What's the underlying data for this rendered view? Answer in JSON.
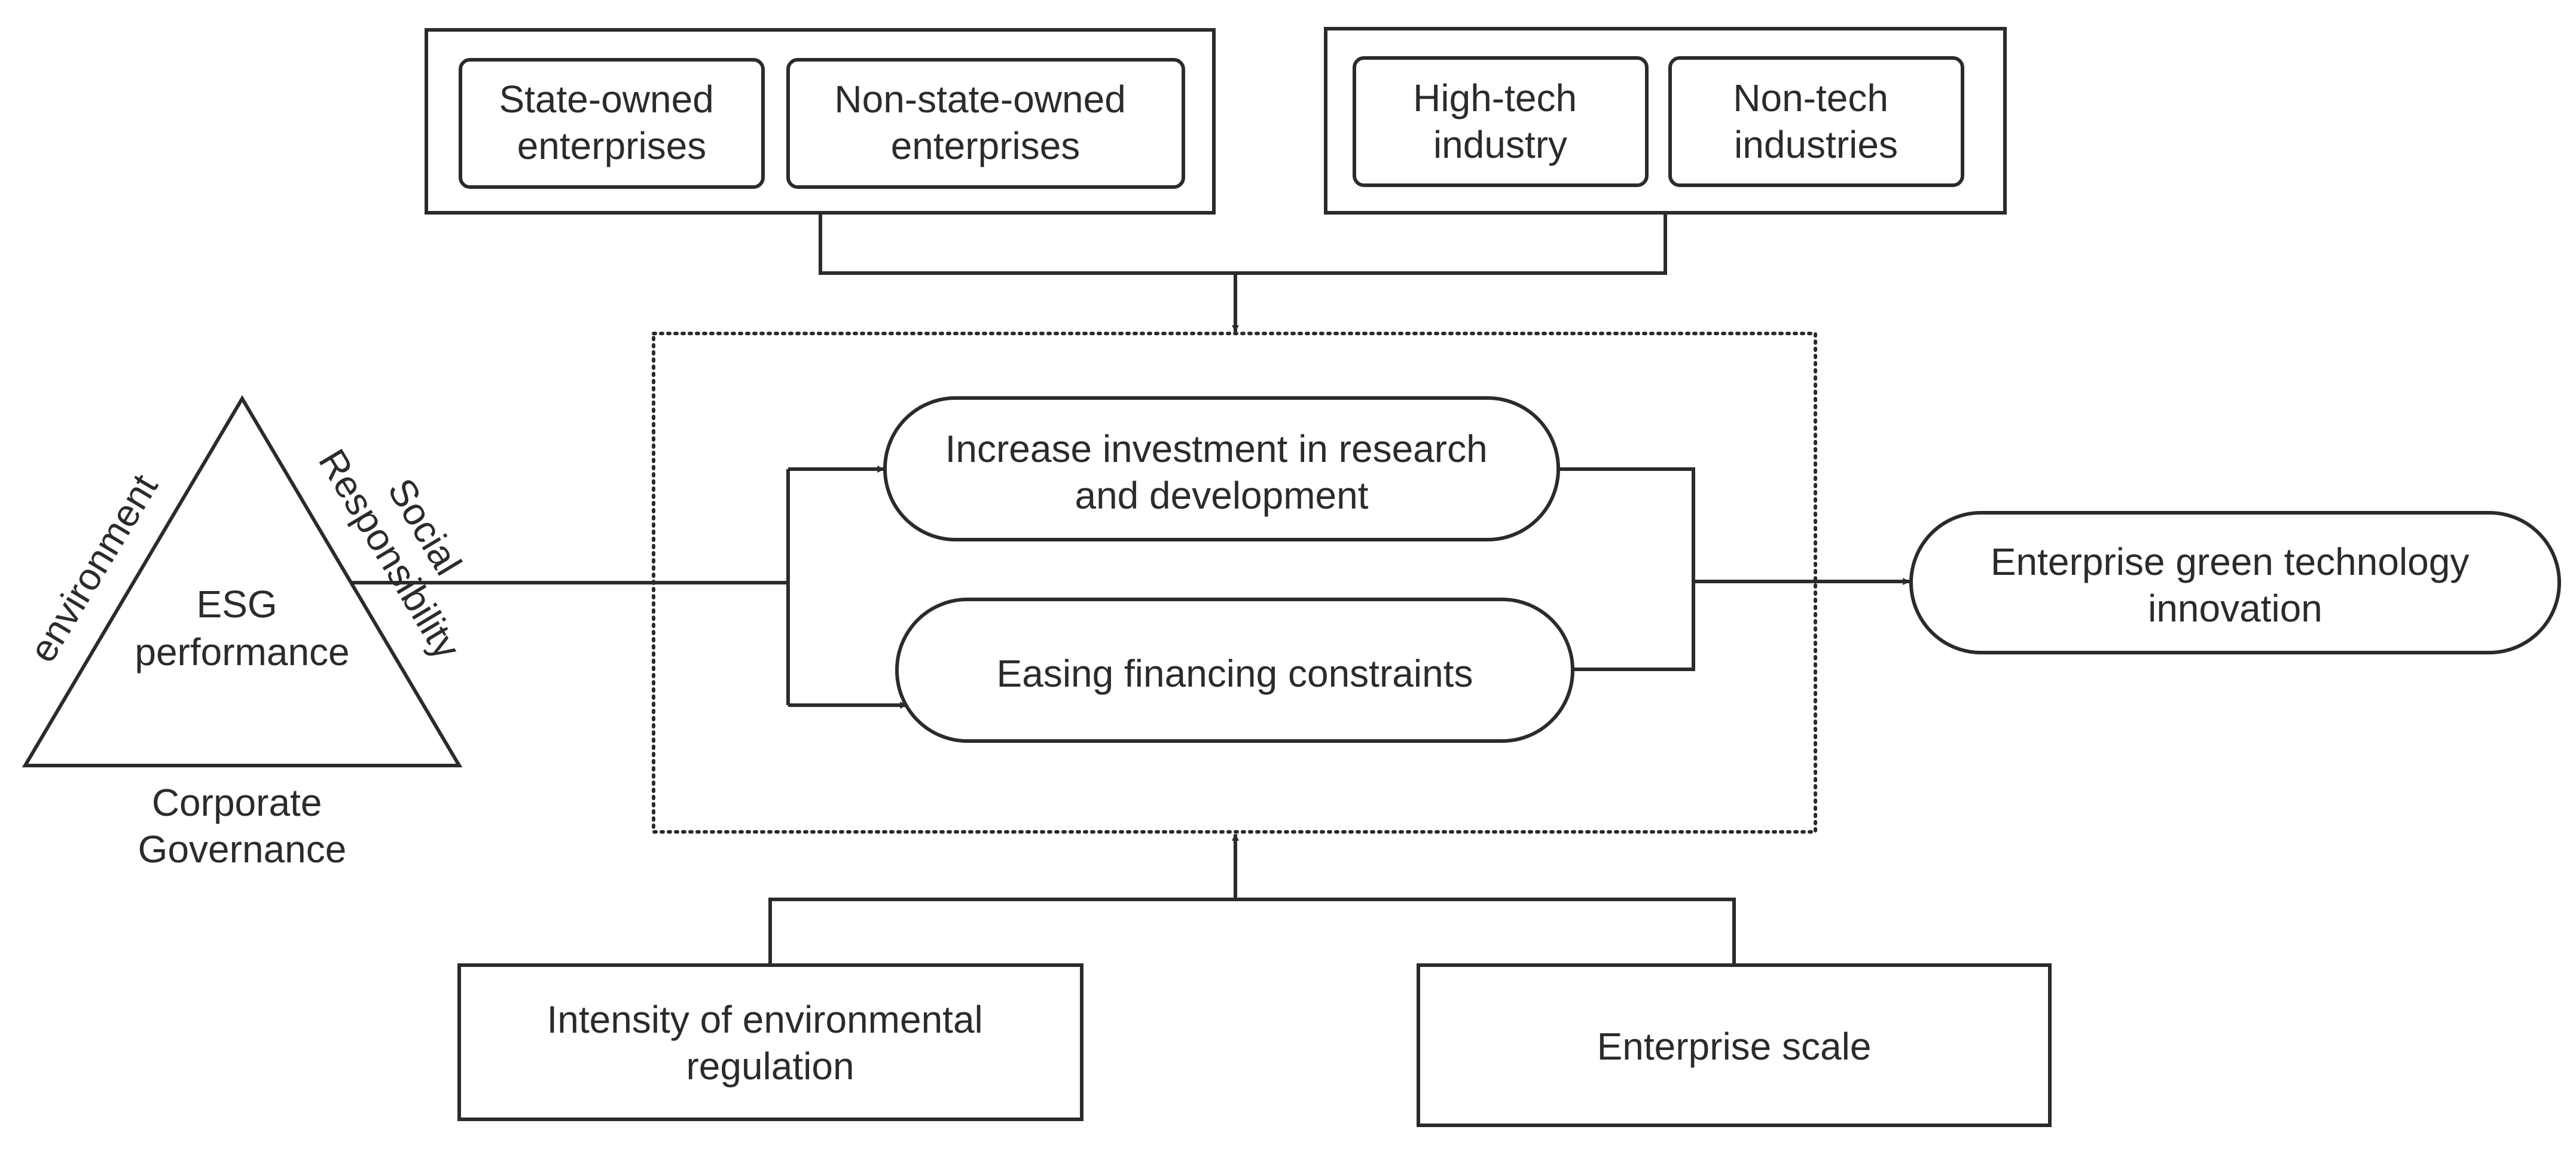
{
  "ownership": {
    "state_owned": {
      "line1": "State-owned",
      "line2": "enterprises"
    },
    "non_state_owned": {
      "line1": "Non-state-owned",
      "line2": "enterprises"
    }
  },
  "industry": {
    "high_tech": {
      "line1": "High-tech",
      "line2": "industry"
    },
    "non_tech": {
      "line1": "Non-tech",
      "line2": "industries"
    }
  },
  "esg": {
    "center_line1": "ESG",
    "center_line2": "performance",
    "left_side": "environment",
    "right_side_line1": "Social",
    "right_side_line2": "Responsibility",
    "bottom_line1": "Corporate",
    "bottom_line2": "Governance"
  },
  "mechanisms": {
    "rd": {
      "line1": "Increase investment in research",
      "line2": "and development"
    },
    "financing": {
      "line1": "Easing financing constraints"
    }
  },
  "outcome": {
    "line1": "Enterprise green technology",
    "line2": "innovation"
  },
  "moderators": {
    "regulation": {
      "line1": "Intensity of environmental",
      "line2": "regulation"
    },
    "scale": {
      "line1": "Enterprise scale"
    }
  }
}
